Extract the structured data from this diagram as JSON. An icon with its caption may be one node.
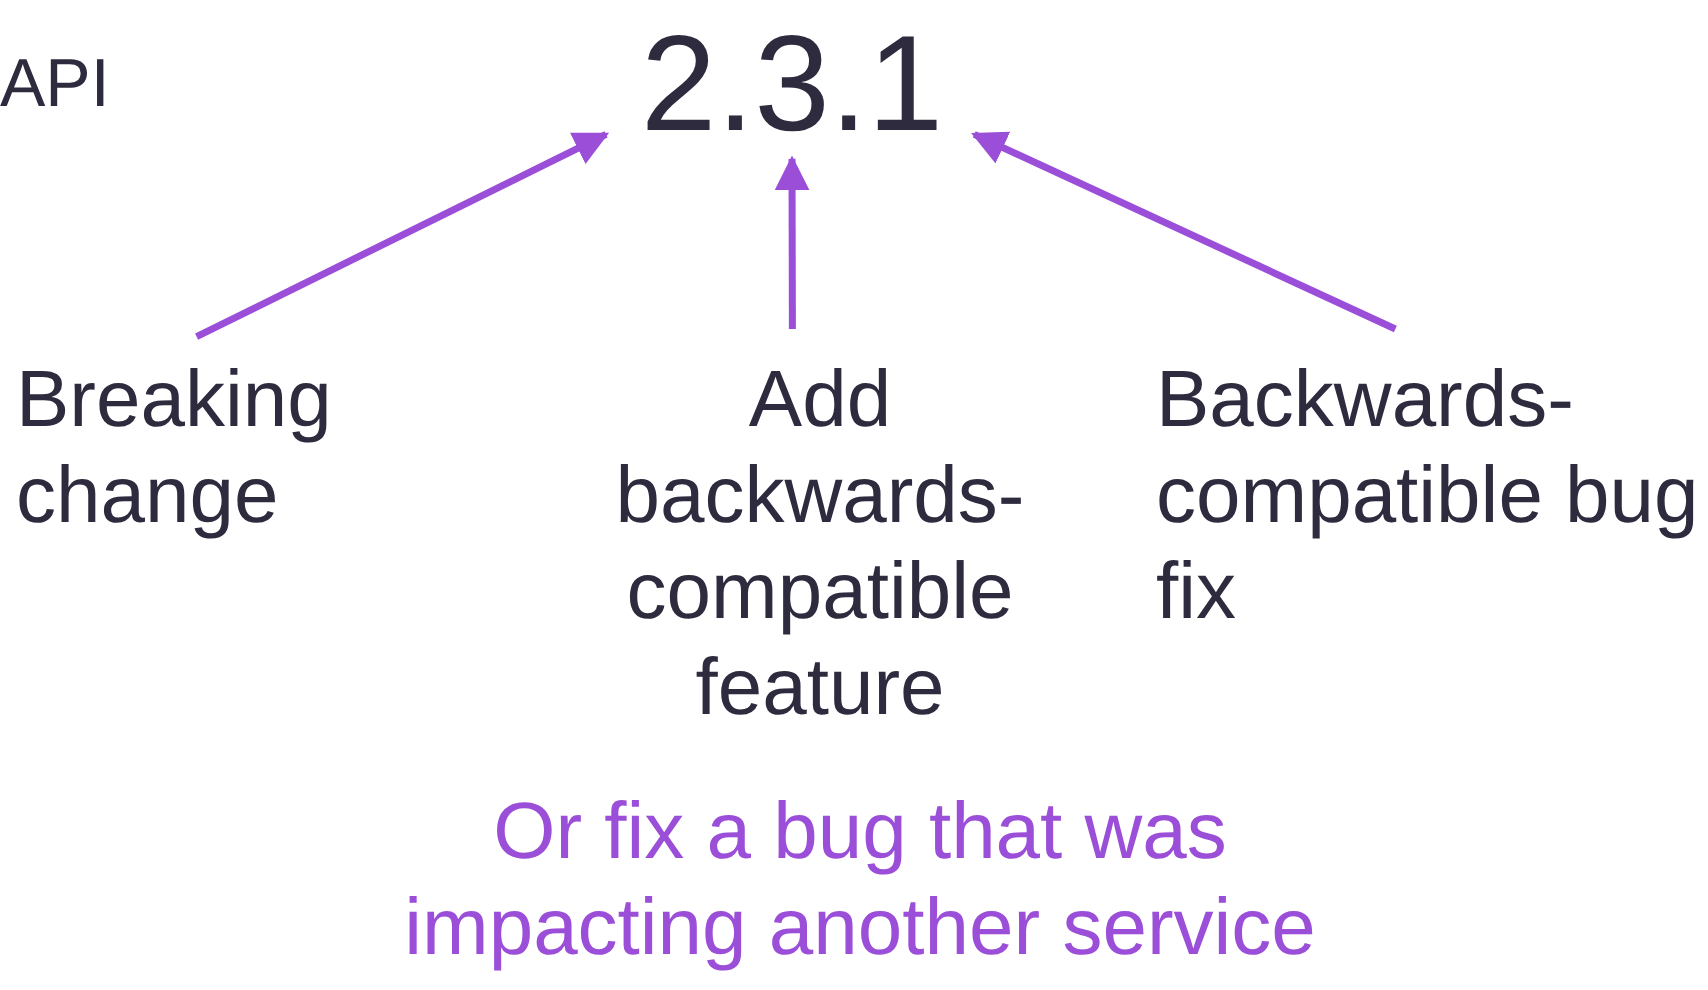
{
  "diagram": {
    "nodes": [
      {
        "text": [
          "2.3.1"
        ]
      },
      {
        "text": [
          "Breaking change"
        ]
      },
      {
        "text": [
          "Add backwards-compatible feature"
        ]
      },
      {
        "text": [
          "Backwards-compatible bug fix"
        ]
      }
    ],
    "edges": [
      {
        "from": 1,
        "to": 0,
        "arrow": "to"
      },
      {
        "from": 2,
        "to": 0,
        "arrow": "to"
      },
      {
        "from": 3,
        "to": 0,
        "arrow": "to"
      }
    ],
    "labels": [
      "API",
      "Or fix a bug that was impacting another service"
    ]
  }
}
